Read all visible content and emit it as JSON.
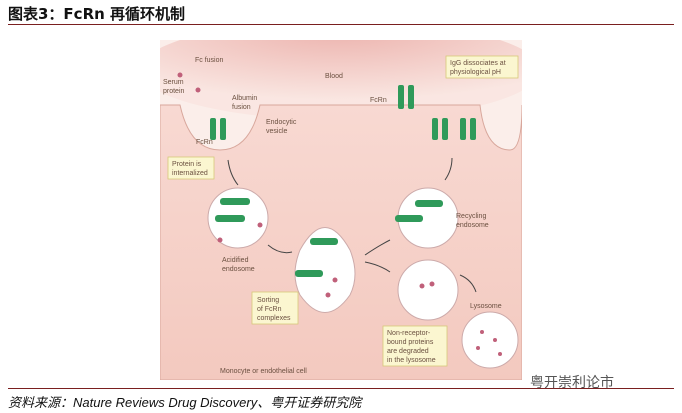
{
  "title": "图表3：FcRn 再循环机制",
  "caption": "资料来源：Nature Reviews Drug Discovery、粤开证券研究院",
  "watermark": "粤开崇利论市",
  "diagram": {
    "blood": "Blood",
    "fc_fusion": "Fc fusion",
    "serum_protein": [
      "Serum",
      "protein"
    ],
    "albumin_fusion": [
      "Albumin",
      "fusion"
    ],
    "endocytic_vesicle": [
      "Endocytic",
      "vesicle"
    ],
    "fcrn_left": "FcRn",
    "fcrn_right": "FcRn",
    "igg_dissociates": [
      "IgG dissociates at",
      "physiological pH"
    ],
    "protein_internalized": [
      "Protein is",
      "internalized"
    ],
    "acidified_endosome": [
      "Acidified",
      "endosome"
    ],
    "recycling_endosome": [
      "Recycling",
      "endosome"
    ],
    "sorting": [
      "Sorting",
      "of FcRn",
      "complexes"
    ],
    "lysosome": "Lysosome",
    "non_receptor": [
      "Non-receptor-",
      "bound proteins",
      "are degraded",
      "in the lysosome"
    ],
    "cell": "Monocyte or endothelial cell"
  }
}
